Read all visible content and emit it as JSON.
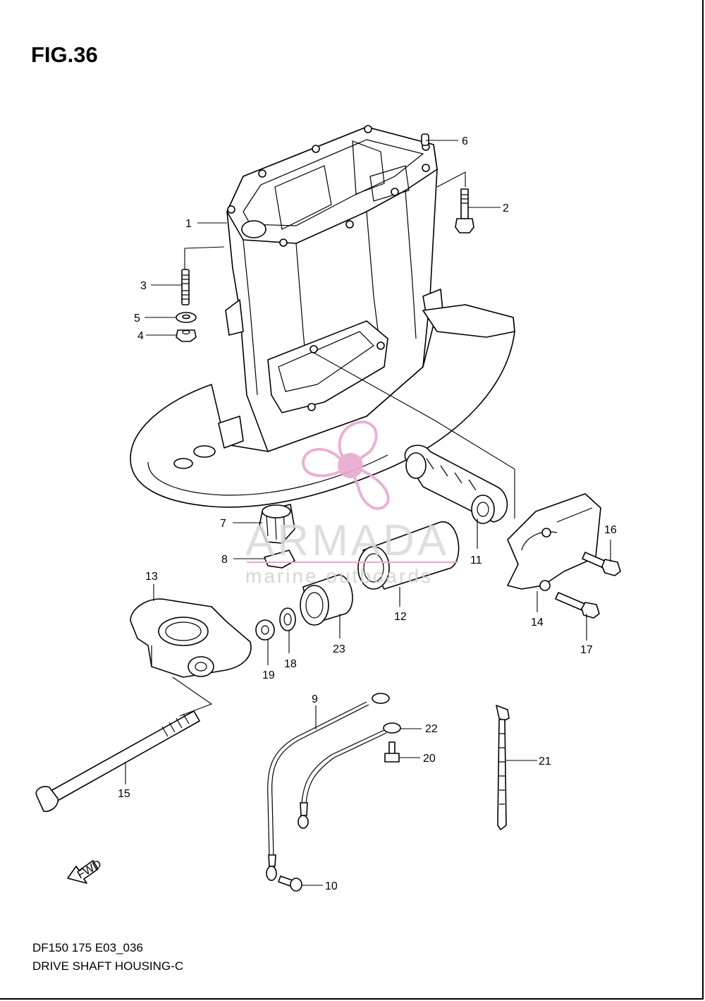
{
  "figure": {
    "title": "FIG.36"
  },
  "footer": {
    "model_code": "DF150 175 E03_036",
    "assembly_name": "DRIVE SHAFT HOUSING-C"
  },
  "watermark": {
    "brand": "ARMADA",
    "tagline": "marine outboards",
    "logo_color": "#e8a9cf"
  },
  "direction_marker": {
    "label": "FWD"
  },
  "callouts": {
    "p1": "1",
    "p2": "2",
    "p3": "3",
    "p4": "4",
    "p5": "5",
    "p6": "6",
    "p7": "7",
    "p8": "8",
    "p9": "9",
    "p10": "10",
    "p11": "11",
    "p12": "12",
    "p13": "13",
    "p14": "14",
    "p15": "15",
    "p16": "16",
    "p17": "17",
    "p18": "18",
    "p19": "19",
    "p20": "20",
    "p21": "21",
    "p22": "22",
    "p23": "23"
  }
}
